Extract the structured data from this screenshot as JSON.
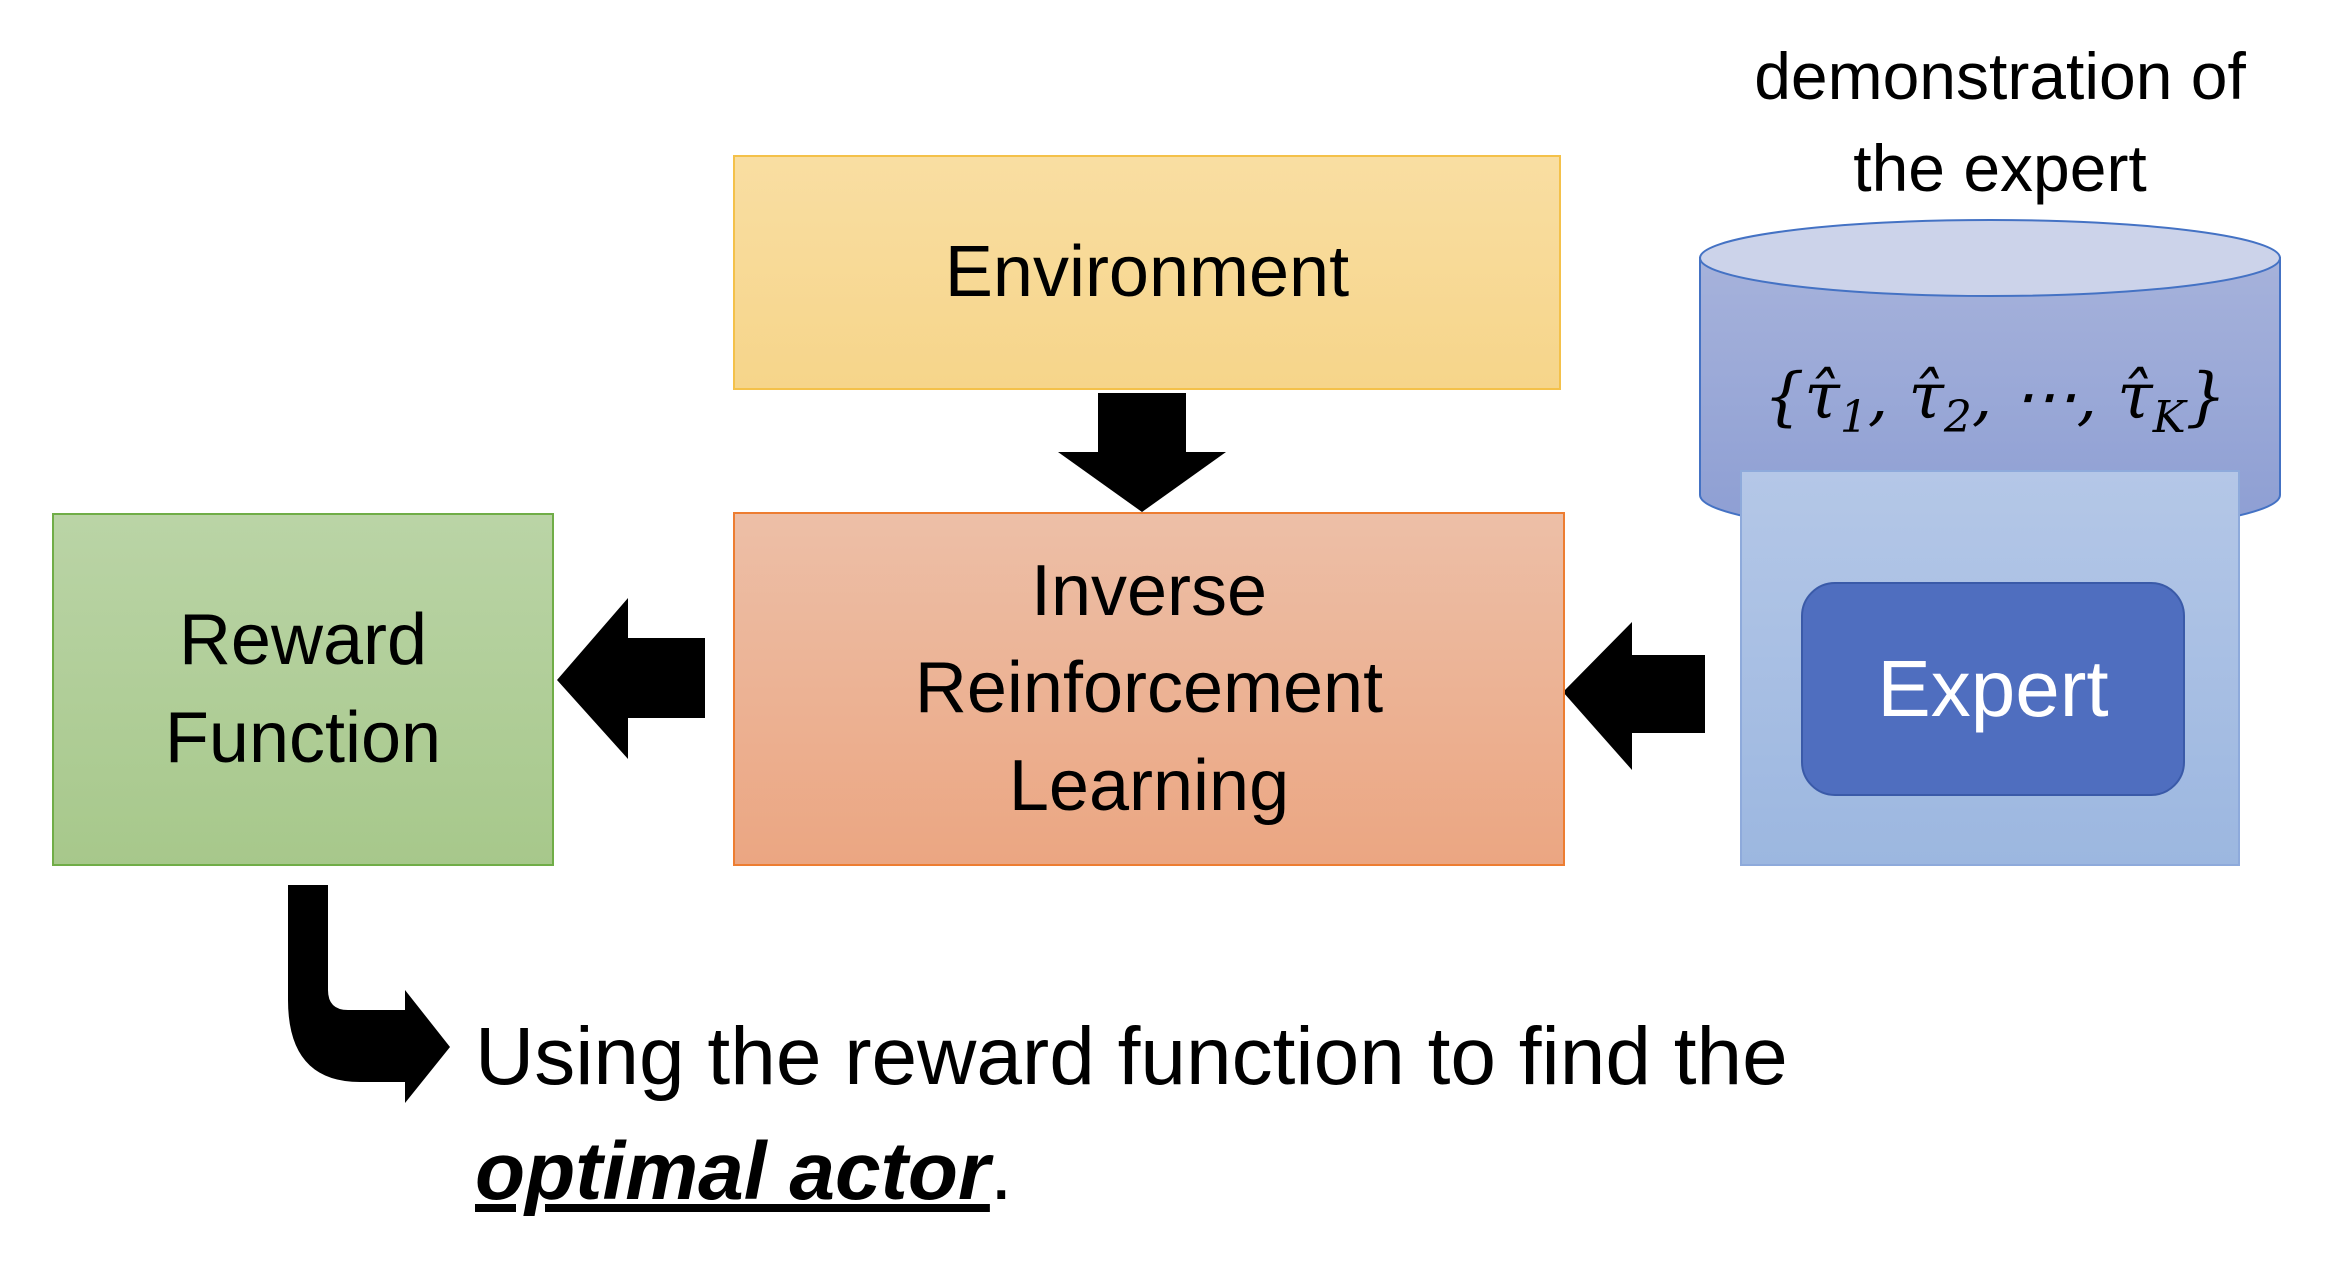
{
  "nodes": {
    "environment": "Environment",
    "irl": "Inverse Reinforcement Learning",
    "reward": "Reward Function",
    "expert": "Expert"
  },
  "demonstration_label": "demonstration of the expert",
  "demonstrations": {
    "open": "{",
    "items": [
      "τ̂",
      "τ̂",
      "⋯",
      "τ̂"
    ],
    "subs": [
      "1",
      "2",
      "",
      "K"
    ],
    "close": "}"
  },
  "caption": {
    "text": "Using the reward function to find the",
    "emphasis": "optimal actor",
    "end": "."
  },
  "colors": {
    "environment": "#F6D58A",
    "irl": "#EBA682",
    "reward": "#A7C88B",
    "expert": "#4F6EBF",
    "arrow": "#000000"
  }
}
